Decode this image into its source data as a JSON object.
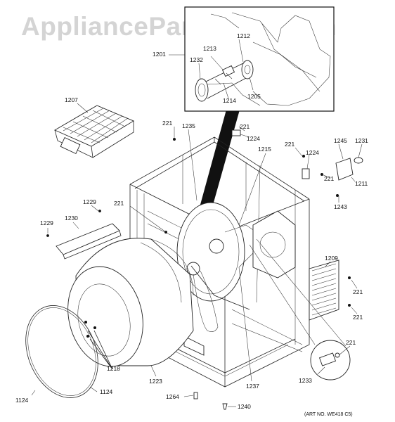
{
  "watermark": "AppliancePartsPros.com",
  "art_number": "(ART NO. WE418 C5)",
  "callouts": {
    "c1201": "1201",
    "c1212": "1212",
    "c1213": "1213",
    "c1232": "1232",
    "c1214": "1214",
    "c1205": "1205",
    "c1207": "1207",
    "c221_top": "221",
    "c1235": "1235",
    "c221_upper": "221",
    "c1224_upper": "1224",
    "c1215": "1215",
    "c221_mid": "221",
    "c1224_mid": "1224",
    "c1245": "1245",
    "c1231": "1231",
    "c221_right": "221",
    "c1211": "1211",
    "c1243": "1243",
    "c1229_a": "1229",
    "c221_left": "221",
    "c1229_b": "1229",
    "c1230": "1230",
    "c1209": "1209",
    "c221_grille_a": "221",
    "c221_grille_b": "221",
    "c221_detail": "221",
    "c1218": "1218",
    "c1233": "1233",
    "c1223": "1223",
    "c1237": "1237",
    "c1124_a": "1124",
    "c1124_b": "1124",
    "c1264": "1264",
    "c1240": "1240"
  }
}
